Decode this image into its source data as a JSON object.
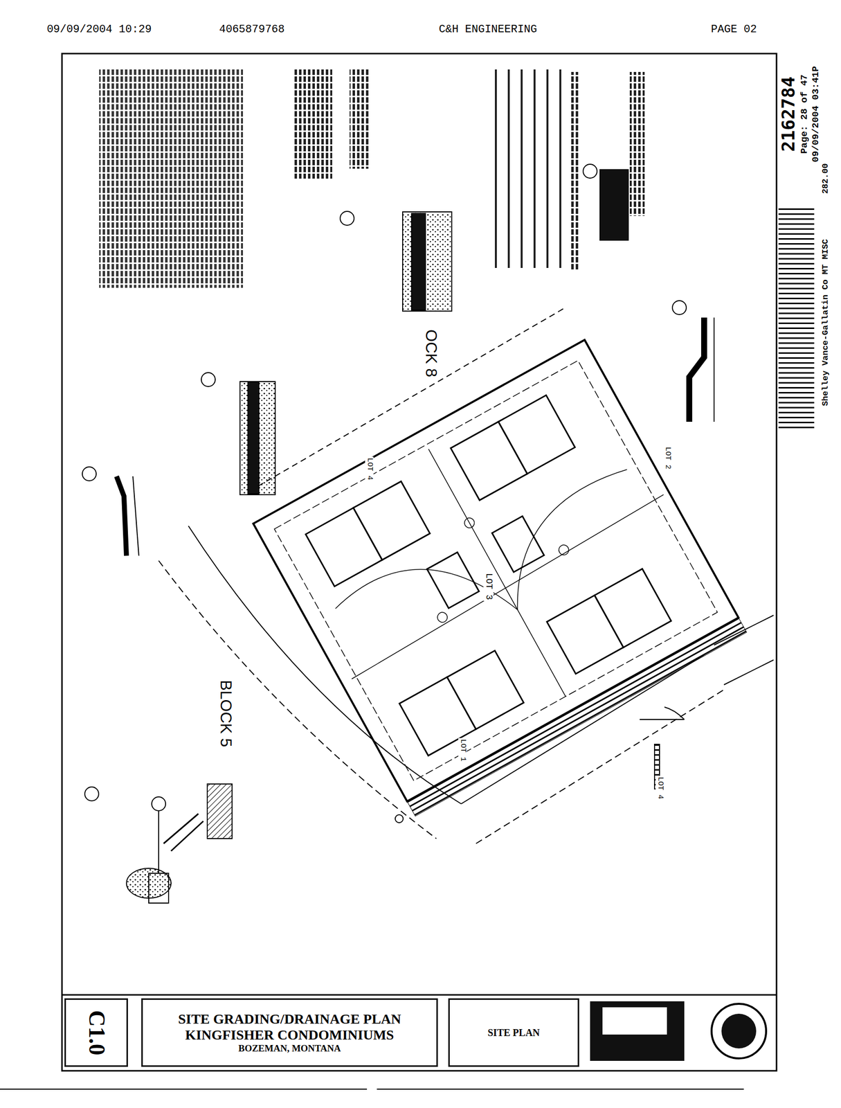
{
  "diagram": {
    "nodes": [
      {
        "text": [
          "SITE GRADING/DRAINAGE PLAN",
          "KINGFISHER CONDOMINIUMS",
          "BOZEMAN, MONTANA"
        ]
      },
      {
        "text": [
          "SITE PLAN"
        ]
      },
      {
        "text": [
          "C1.0"
        ]
      }
    ],
    "labels": [
      "09/09/2004 10:29",
      "4065879768",
      "C&H ENGINEERING",
      "PAGE 02",
      "2162784",
      "Page: 28 of 47",
      "09/09/2004 03:41P",
      "282.00",
      "Shelley Vance-Gallatin Co MT MISC",
      "OCK 8",
      "BLOCK 5",
      "LOT 4",
      "LOT 3",
      "LOT 2",
      "LOT 4",
      "LOT 1"
    ]
  }
}
